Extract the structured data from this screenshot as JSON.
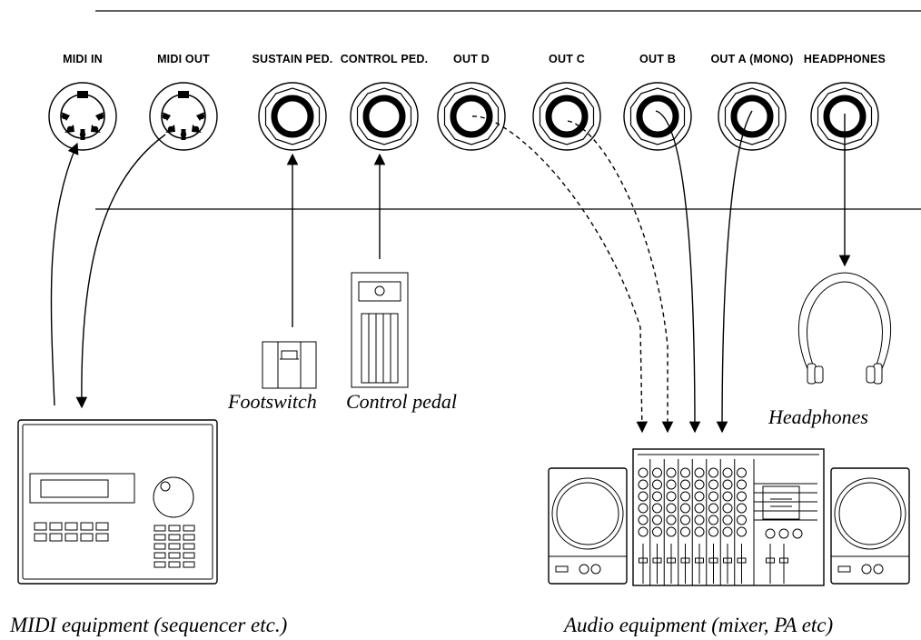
{
  "jacks": [
    {
      "label": "MIDI IN",
      "kind": "din"
    },
    {
      "label": "MIDI OUT",
      "kind": "din"
    },
    {
      "label": "SUSTAIN PED.",
      "kind": "quarter"
    },
    {
      "label": "CONTROL PED.",
      "kind": "quarter"
    },
    {
      "label": "OUT D",
      "kind": "quarter"
    },
    {
      "label": "OUT C",
      "kind": "quarter"
    },
    {
      "label": "OUT B",
      "kind": "quarter"
    },
    {
      "label": "OUT A (MONO)",
      "kind": "quarter"
    },
    {
      "label": "HEADPHONES",
      "kind": "quarter"
    }
  ],
  "devices": {
    "footswitch": "Footswitch",
    "control_pedal": "Control pedal",
    "headphones": "Headphones"
  },
  "captions": {
    "midi": "MIDI equipment (sequencer etc.)",
    "audio": "Audio equipment (mixer, PA etc)"
  },
  "icons": [
    "din-socket-icon",
    "quarter-inch-jack-icon",
    "footswitch-icon",
    "control-pedal-icon",
    "headphones-icon",
    "sequencer-icon",
    "speaker-icon",
    "mixer-icon"
  ]
}
